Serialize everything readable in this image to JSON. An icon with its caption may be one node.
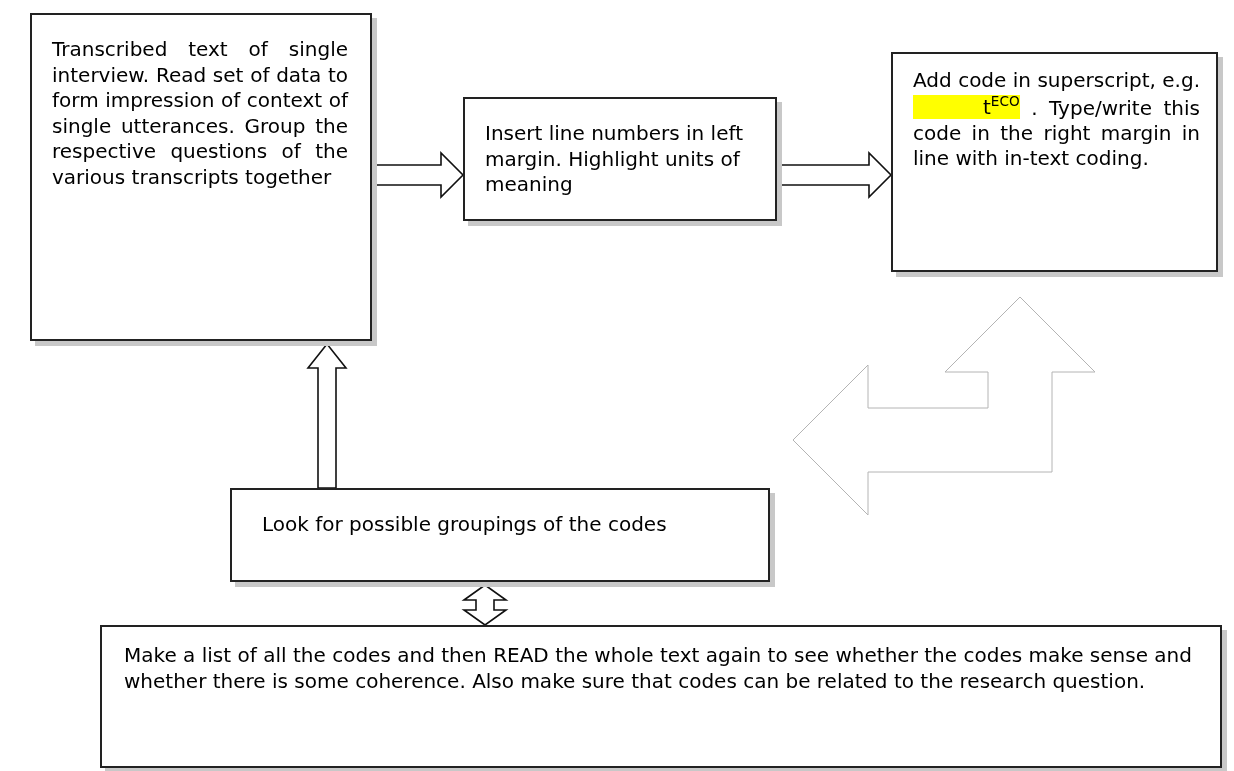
{
  "diagram": {
    "nodes": [
      {
        "text": [
          "Transcribed text of single interview. Read set of data to form impression of context of single utterances. Group the respective questions of the various transcripts together"
        ]
      },
      {
        "text": [
          "Insert line numbers in left margin. Highlight units of meaning"
        ]
      },
      {
        "text": [
          "Add code in superscript, e.g. t$^{ECO}$ . Type/write this code in the right margin in line with in-text coding."
        ]
      },
      {
        "text": [
          "Look for possible groupings of the codes"
        ]
      },
      {
        "text": [
          "Make a list of all the codes and then READ the whole text again to see whether the codes make sense and whether there is some coherence.  Also make sure that codes can be related to the research question."
        ]
      }
    ],
    "edges": [
      {
        "from": 0,
        "to": 1,
        "arrow": "to"
      },
      {
        "from": 1,
        "to": 2,
        "arrow": "to"
      },
      {
        "from": 3,
        "to": 0,
        "arrow": "to"
      },
      {
        "from": 2,
        "to": 3,
        "arrow": "both",
        "color": "#b4b4b4"
      },
      {
        "from": 3,
        "to": 4,
        "arrow": "both"
      }
    ]
  }
}
